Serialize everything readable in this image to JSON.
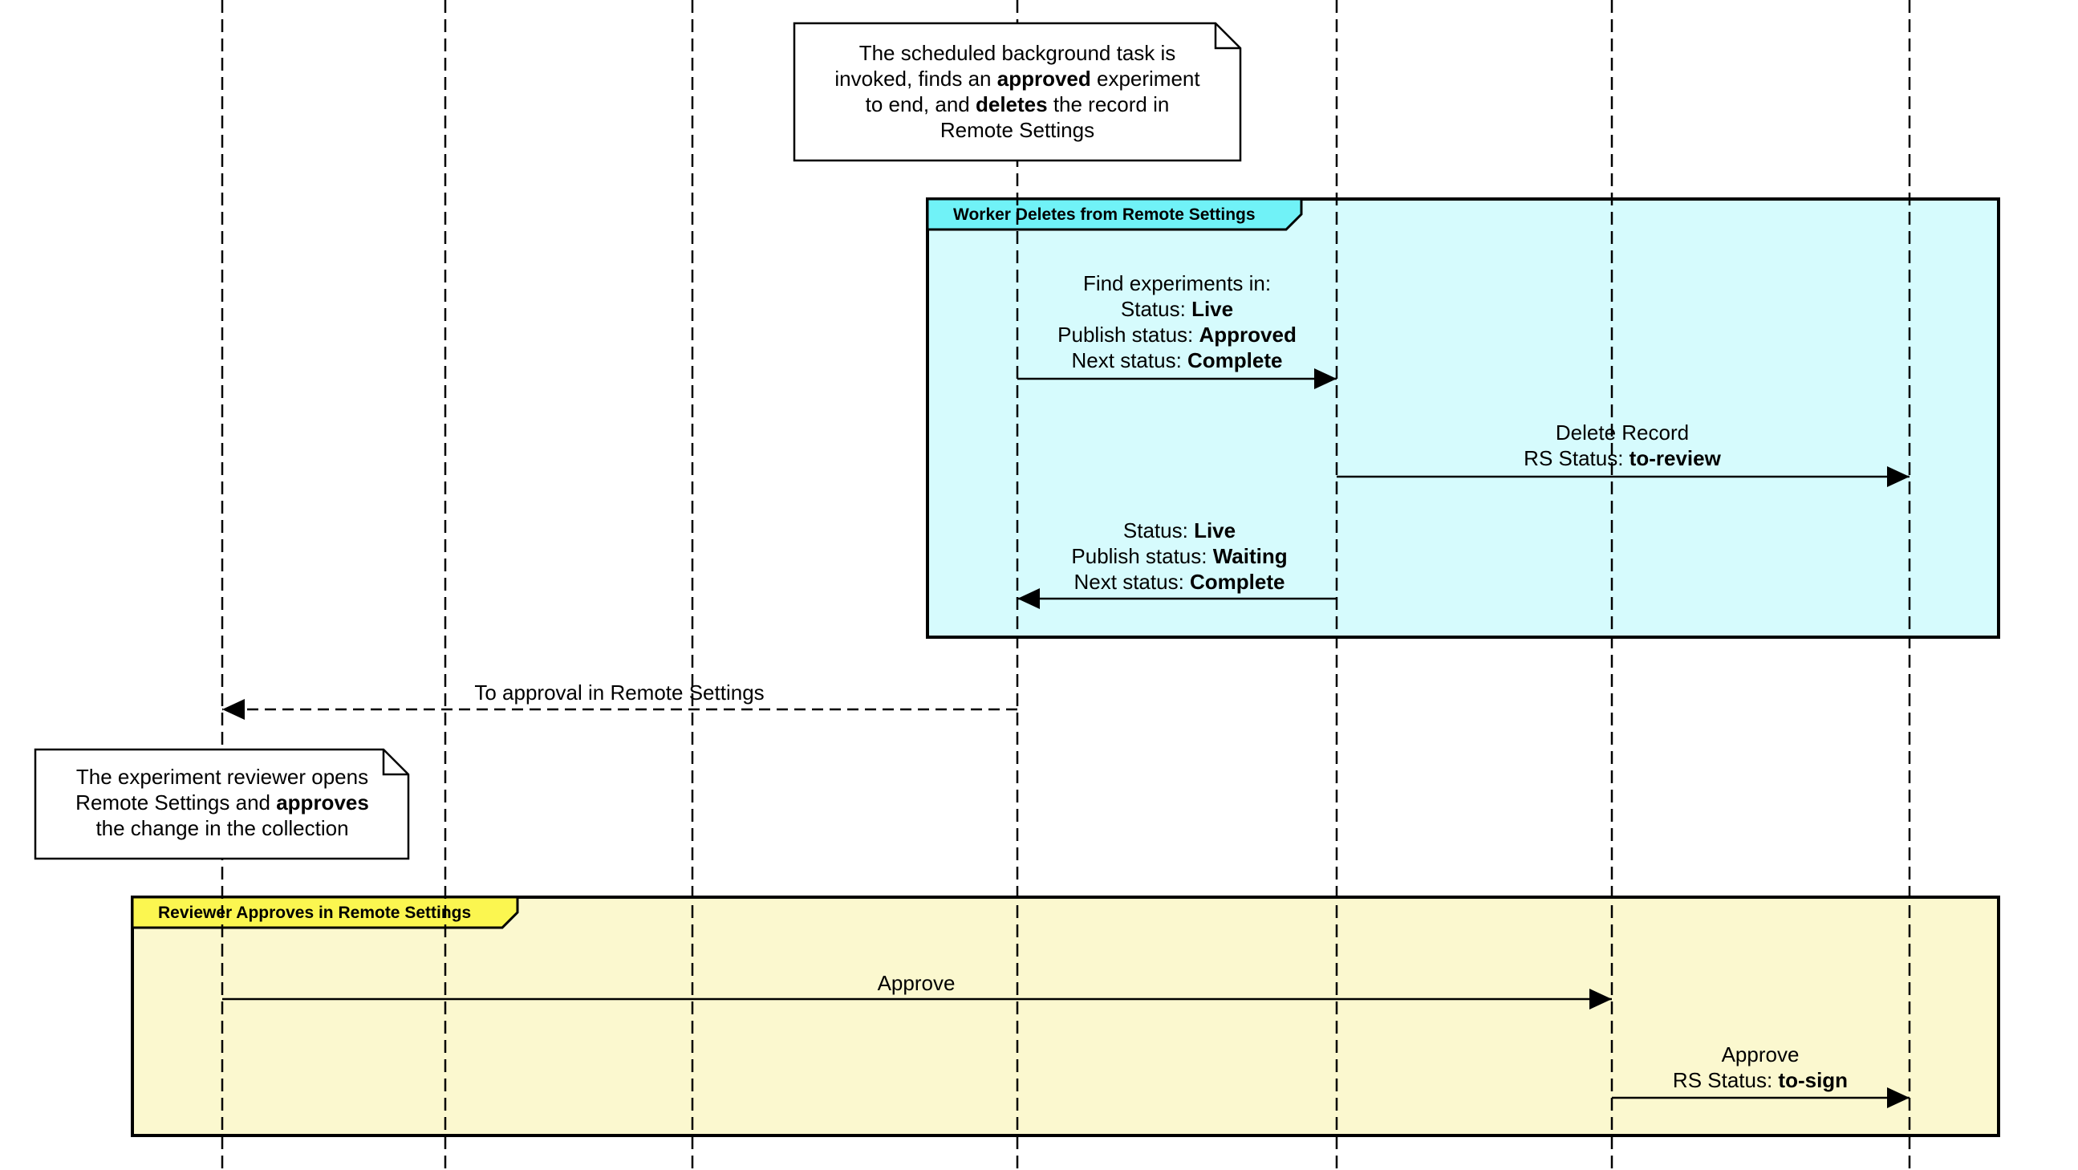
{
  "colors": {
    "worker_frame_fill": "#d6fbfd",
    "worker_tab_fill": "#70f2f7",
    "reviewer_frame_fill": "#fbf8cf",
    "reviewer_tab_fill": "#fbf650",
    "line": "#000000",
    "note_fill": "#ffffff"
  },
  "notes": [
    {
      "id": "note-scheduled-task",
      "lines": [
        [
          {
            "t": "The scheduled background task is"
          }
        ],
        [
          {
            "t": "invoked, finds an "
          },
          {
            "t": "approved",
            "b": true
          },
          {
            "t": " experiment"
          }
        ],
        [
          {
            "t": "to end, and "
          },
          {
            "t": "deletes",
            "b": true
          },
          {
            "t": " the record in"
          }
        ],
        [
          {
            "t": "Remote Settings"
          }
        ]
      ]
    },
    {
      "id": "note-reviewer-opens",
      "lines": [
        [
          {
            "t": "The experiment reviewer opens"
          }
        ],
        [
          {
            "t": "Remote Settings and "
          },
          {
            "t": "approves",
            "b": true
          }
        ],
        [
          {
            "t": "the change in the collection"
          }
        ]
      ]
    }
  ],
  "frames": [
    {
      "id": "frame-worker-deletes",
      "title": "Worker Deletes from Remote Settings"
    },
    {
      "id": "frame-reviewer-approves",
      "title": "Reviewer Approves in Remote Settings"
    }
  ],
  "messages": [
    {
      "id": "msg-find-experiments",
      "lines": [
        [
          {
            "t": "Find experiments in:"
          }
        ],
        [
          {
            "t": "Status: "
          },
          {
            "t": "Live",
            "b": true
          }
        ],
        [
          {
            "t": "Publish status: "
          },
          {
            "t": "Approved",
            "b": true
          }
        ],
        [
          {
            "t": "Next status: "
          },
          {
            "t": "Complete",
            "b": true
          }
        ]
      ]
    },
    {
      "id": "msg-delete-record",
      "lines": [
        [
          {
            "t": "Delete Record"
          }
        ],
        [
          {
            "t": "RS Status: "
          },
          {
            "t": "to-review",
            "b": true
          }
        ]
      ]
    },
    {
      "id": "msg-status-waiting",
      "lines": [
        [
          {
            "t": "Status: "
          },
          {
            "t": "Live",
            "b": true
          }
        ],
        [
          {
            "t": "Publish status: "
          },
          {
            "t": "Waiting",
            "b": true
          }
        ],
        [
          {
            "t": "Next status: "
          },
          {
            "t": "Complete",
            "b": true
          }
        ]
      ]
    },
    {
      "id": "msg-to-approval",
      "lines": [
        [
          {
            "t": "To approval in Remote Settings"
          }
        ]
      ]
    },
    {
      "id": "msg-approve",
      "lines": [
        [
          {
            "t": "Approve"
          }
        ]
      ]
    },
    {
      "id": "msg-approve-to-sign",
      "lines": [
        [
          {
            "t": "Approve"
          }
        ],
        [
          {
            "t": "RS Status: "
          },
          {
            "t": "to-sign",
            "b": true
          }
        ]
      ]
    }
  ]
}
